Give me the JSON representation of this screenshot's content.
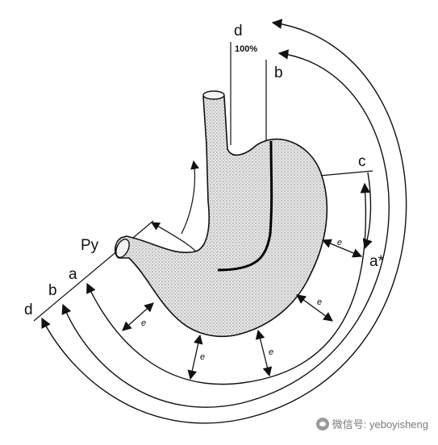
{
  "labels": {
    "d_top": "d",
    "percent": "100%",
    "b_top": "b",
    "c": "c",
    "a_star": "a*",
    "py": "Py",
    "a_left": "a",
    "b_left": "b",
    "d_left": "d",
    "e": "e"
  },
  "watermark": {
    "text": "微信号: yeboyisheng",
    "icon": "wechat-icon"
  }
}
